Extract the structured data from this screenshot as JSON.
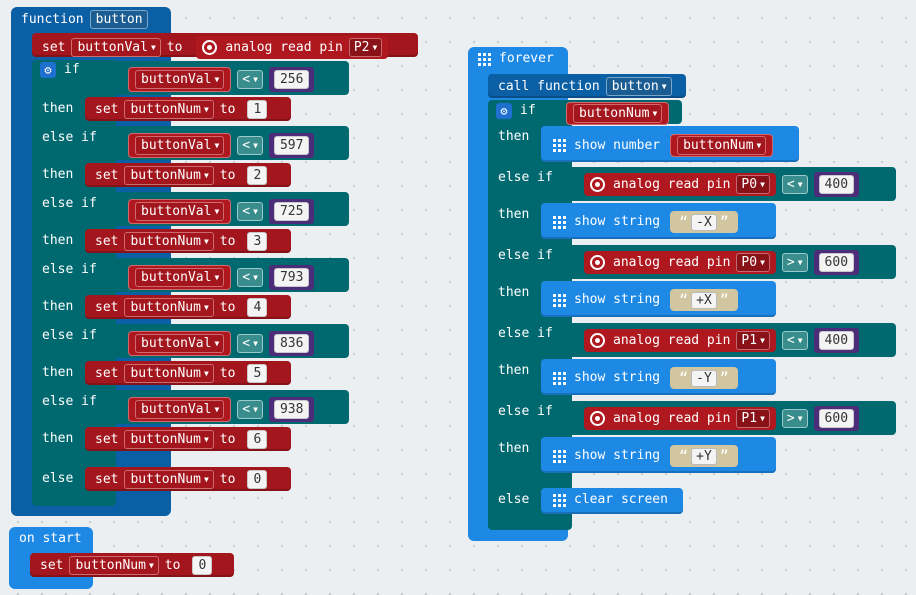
{
  "colors": {
    "functions": "#0b5fa5",
    "logic": "#006970",
    "variables": "#a3161e",
    "basic": "#1e88e5",
    "pins": "#b0181f",
    "math": "#4b2d79"
  },
  "icons": {
    "grid": "grid-icon",
    "target": "target-icon",
    "gear": "gear-icon"
  },
  "fn": {
    "header_kw": "function",
    "header_name": "button",
    "set_kw": "set",
    "set_var": "buttonVal",
    "to_kw": "to",
    "read_label": "analog read pin",
    "read_pin": "P2",
    "if_kw": "if",
    "else_if_kw": "else if",
    "then_kw": "then",
    "else_kw": "else",
    "cond_var": "buttonVal",
    "cond_op": "<",
    "target_var": "buttonNum",
    "branches": [
      {
        "threshold": "256",
        "result": "1"
      },
      {
        "threshold": "597",
        "result": "2"
      },
      {
        "threshold": "725",
        "result": "3"
      },
      {
        "threshold": "793",
        "result": "4"
      },
      {
        "threshold": "836",
        "result": "5"
      },
      {
        "threshold": "938",
        "result": "6"
      }
    ],
    "else_result": "0"
  },
  "start": {
    "header": "on start",
    "set_kw": "set",
    "var": "buttonNum",
    "to_kw": "to",
    "value": "0"
  },
  "forever": {
    "header": "forever",
    "call_label": "call function",
    "call_name": "button",
    "if_kw": "if",
    "else_if_kw": "else if",
    "then_kw": "then",
    "else_kw": "else",
    "if_var": "buttonNum",
    "show_number": "show number",
    "show_number_var": "buttonNum",
    "read_label": "analog read pin",
    "show_string": "show string",
    "branches": [
      {
        "pin": "P0",
        "op": "<",
        "value": "400",
        "text": "-X"
      },
      {
        "pin": "P0",
        "op": ">",
        "value": "600",
        "text": "+X"
      },
      {
        "pin": "P1",
        "op": "<",
        "value": "400",
        "text": "-Y"
      },
      {
        "pin": "P1",
        "op": ">",
        "value": "600",
        "text": "+Y"
      }
    ],
    "else_action": "clear screen"
  }
}
